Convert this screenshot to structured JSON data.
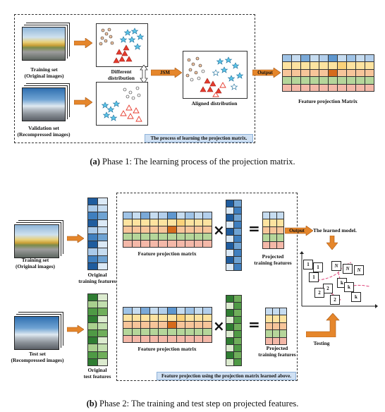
{
  "phase1": {
    "training_set": "Training set\n(Original images)",
    "validation_set": "Validation set\n(Recompressed images)",
    "different_distribution": "Different\ndistribution",
    "jsm": "JSM",
    "aligned_distribution": "Aligned distribution",
    "output": "Output",
    "feature_projection_matrix": "Feature projection Matrix",
    "banner": "The process of learning the projection matrix.",
    "caption_tag": "(a)",
    "caption_text": " Phase 1: The learning process of the projection matrix."
  },
  "phase2": {
    "training_set": "Training set\n(Original images)",
    "original_training_features": "Original\ntraining features",
    "test_set": "Test set\n(Recompressed images)",
    "original_test_features": "Original\ntest features",
    "fpm_top": "Feature projection matrix",
    "fpm_bottom": "Feature projection matrix",
    "projected_training_top": "Projected\ntraining features",
    "projected_training_bottom": "Projected\ntraining features",
    "times": "×",
    "equals": "=",
    "output": "Output",
    "learned_model": "The learned model.",
    "testing": "Testing",
    "banner": "Feature projection using the projection matrix learned above.",
    "caption_tag": "(b)",
    "caption_text": " Phase 2: The training and test step on projected features.",
    "markers": [
      "1",
      "1",
      "1",
      "N",
      "N",
      "N",
      "2",
      "2",
      "2",
      "k",
      "k",
      "k"
    ]
  },
  "colors": {
    "row_blue": "#c6dcf0",
    "row_yellow": "#fde3a0",
    "row_orange": "#f7c59a",
    "row_green": "#b5d69a",
    "row_pink": "#f4b8a8",
    "accent_orange": "#e5862b",
    "dark_cell": "#d56b1c"
  }
}
